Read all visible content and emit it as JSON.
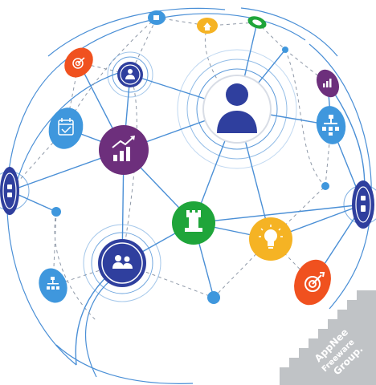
{
  "colors": {
    "line": "#4a8fd6",
    "dash": "#8f99a8",
    "purple": "#6d2f7c",
    "navy": "#2f3f9e",
    "light_blue": "#3f97dd",
    "green": "#1fa53a",
    "yellow": "#f5b324",
    "orange": "#f0511f",
    "gray": "#b9bcc0"
  },
  "icons": [
    "user-icon",
    "growth-chart-icon",
    "chess-rook-icon",
    "lightbulb-icon",
    "target-icon",
    "team-icon",
    "calendar-check-icon",
    "org-chart-icon",
    "signal-chart-icon",
    "home-icon",
    "device-icon"
  ],
  "watermark": {
    "line1": "AppNee",
    "line2": "Freeware",
    "line3": "Group."
  }
}
